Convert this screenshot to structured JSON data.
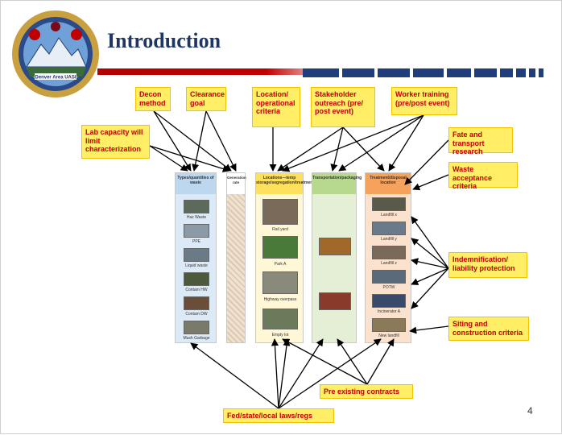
{
  "slide": {
    "title": "Introduction",
    "page_number": "4",
    "logo_text": "Denver Area UASI"
  },
  "columns": [
    {
      "header": "Types/quantities of waste",
      "color": "#bdd7ee",
      "items": [
        "Haz Waste",
        "PPE",
        "Liquid waste",
        "Contam HW",
        "Contam DW",
        "Mush Garbage"
      ]
    },
    {
      "header": "Generation rate",
      "color": "#e9d8c7",
      "items": []
    },
    {
      "header": "Locations—temp storage/segregation/treatment",
      "color": "#ffe05c",
      "items": [
        "Rail yard",
        "Park A",
        "Highway overpass",
        "Empty lot"
      ]
    },
    {
      "header": "Transportation/packaging",
      "color": "#b6d98e",
      "items": []
    },
    {
      "header": "Treatment/disposal location",
      "color": "#f5a35c",
      "items": [
        "Landfill x",
        "Landfill y",
        "Landfill z",
        "POTW",
        "Incinerator A",
        "New landfill"
      ]
    }
  ],
  "labels": {
    "decon": "Decon method",
    "clearance": "Clearance goal",
    "location": "Location/ operational criteria",
    "stakeholder": "Stakeholder outreach (pre/ post event)",
    "worker": "Worker training (pre/post event)",
    "lab": "Lab capacity will limit characterization",
    "fate": "Fate and transport research",
    "waste_accept": "Waste acceptance criteria",
    "indemnification": "Indemnification/ liability protection",
    "siting": "Siting and construction criteria",
    "pre_existing": "Pre existing contracts",
    "fed": "Fed/state/local laws/regs"
  },
  "colors": {
    "label_fill": "#ffee66",
    "label_text": "#c00000",
    "title": "#1f3564",
    "bar_blue": "#1f3d7a",
    "bar_red": "#c00000"
  }
}
